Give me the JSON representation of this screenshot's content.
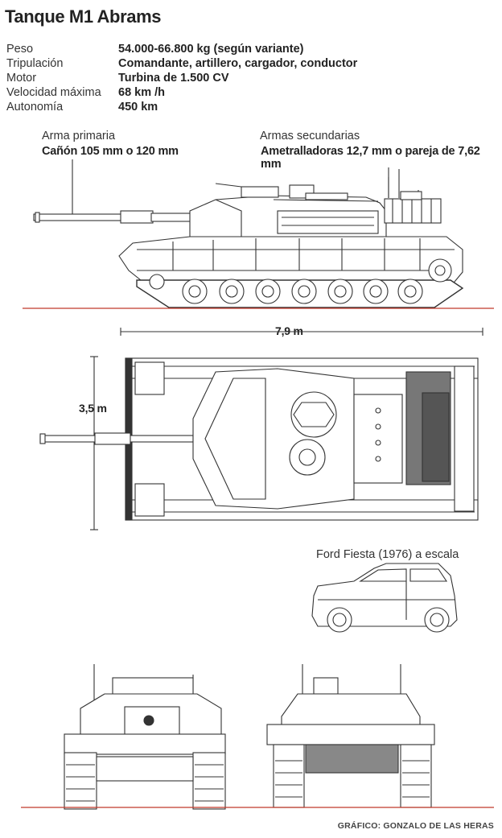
{
  "title": "Tanque M1 Abrams",
  "specs": [
    {
      "label": "Peso",
      "value": "54.000-66.800 kg (según variante)"
    },
    {
      "label": "Tripulación",
      "value": "Comandante, artillero, cargador, conductor"
    },
    {
      "label": "Motor",
      "value": "Turbina de 1.500 CV"
    },
    {
      "label": "Velocidad máxima",
      "value": "68 km /h"
    },
    {
      "label": "Autonomía",
      "value": "450 km"
    }
  ],
  "callouts": {
    "primary_label": "Arma primaria",
    "primary_value": "Cañón 105 mm o 120 mm",
    "secondary_label": "Armas secundarias",
    "secondary_value": "Ametralladoras 12,7 mm o pareja de 7,62 mm"
  },
  "dimensions": {
    "length": "7,9 m",
    "width": "3,5 m"
  },
  "car_label": "Ford Fiesta (1976) a escala",
  "credit": "GRÁFICO: GONZALO DE LAS HERAS",
  "colors": {
    "ground_line": "#c0392b",
    "line_art": "#333333"
  }
}
